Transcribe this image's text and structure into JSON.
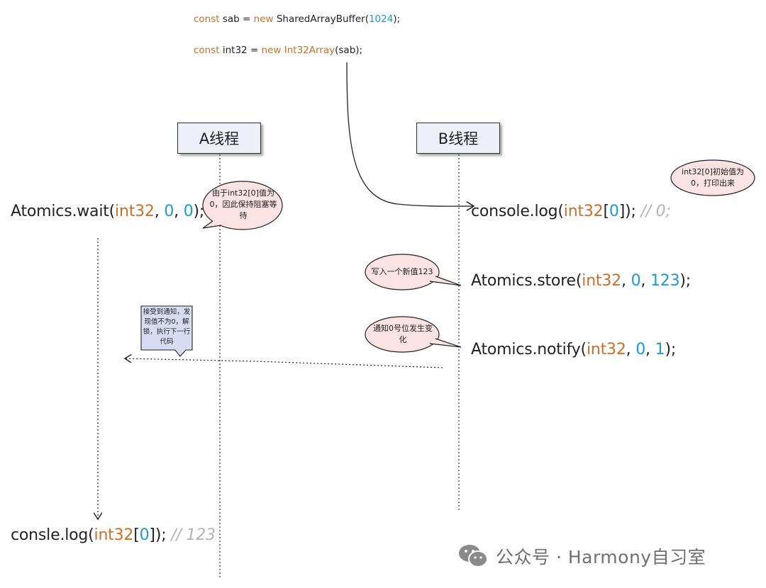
{
  "code_top": {
    "line1": {
      "kw1": "const",
      "t1": " sab = ",
      "kw2": "new",
      "t2": " SharedArrayBuffer(",
      "num": "1024",
      "t3": ");"
    },
    "line2": {
      "kw1": "const",
      "t1": " int32 = ",
      "kw2": "new",
      "cls": " Int32Array",
      "t2": "(sab);"
    }
  },
  "threads": {
    "a": "A线程",
    "b": "B线程"
  },
  "a_side": {
    "wait": {
      "fn": "Atomics.wait(",
      "var": "int32",
      "sep1": ", ",
      "n1": "0",
      "sep2": ", ",
      "n2": "0",
      "end": ");"
    },
    "wait_note": "由于int32[0]值为0，因此保持阻塞等待",
    "notify_note": "接受到通知，发现值不为0，解锁，执行下一行代码",
    "log": {
      "fn": "consle.log(",
      "var": "int32",
      "br1": "[",
      "n": "0",
      "br2": "]",
      "end": "); ",
      "cmt": "// 123"
    }
  },
  "b_side": {
    "log": {
      "fn": "console.log(",
      "var": "int32",
      "br1": "[",
      "n": "0",
      "br2": "]",
      "end": "); ",
      "cmt": "// 0;"
    },
    "log_note": "int32[0]初始值为0，打印出来",
    "store": {
      "fn": "Atomics.store(",
      "var": "int32",
      "sep1": ", ",
      "n1": "0",
      "sep2": ", ",
      "n2": "123",
      "end": ");"
    },
    "store_note": "写入一个新值123",
    "notify": {
      "fn": "Atomics.notify(",
      "var": "int32",
      "sep1": ", ",
      "n1": "0",
      "sep2": ", ",
      "n2": "1",
      "end": ");"
    },
    "notify_note": "通知0号位发生变化"
  },
  "watermark": {
    "text": "公众号 · Harmony自习室",
    "icon": "wechat-icon"
  },
  "colors": {
    "keyword": "#c8702a",
    "number": "#1a9ad6",
    "bubble": "#fbe3e3",
    "note": "#d7dcf2",
    "thread_box": "#eef0f9",
    "comment": "#b3b3b3"
  }
}
